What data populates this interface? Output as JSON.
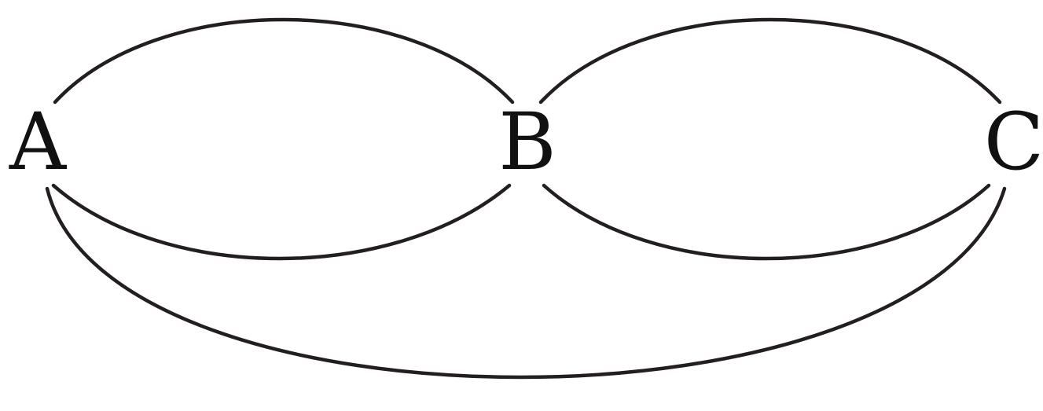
{
  "diagram": {
    "nodes": [
      {
        "id": "A",
        "label": "A"
      },
      {
        "id": "B",
        "label": "B"
      },
      {
        "id": "C",
        "label": "C"
      }
    ],
    "edges": [
      {
        "from": "A",
        "to": "B",
        "route": "upper"
      },
      {
        "from": "A",
        "to": "B",
        "route": "lower"
      },
      {
        "from": "B",
        "to": "C",
        "route": "upper"
      },
      {
        "from": "B",
        "to": "C",
        "route": "lower"
      },
      {
        "from": "A",
        "to": "C",
        "route": "outer"
      }
    ]
  }
}
